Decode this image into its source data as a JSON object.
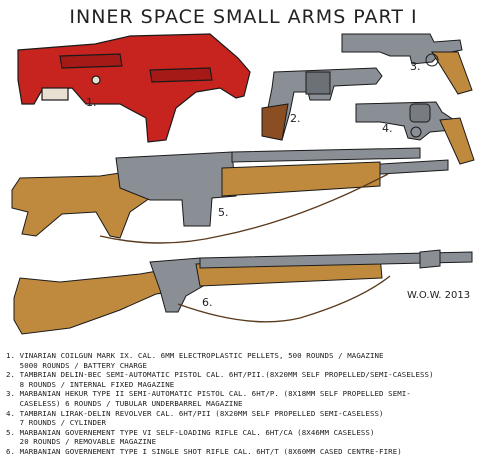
{
  "title": "INNER SPACE SMALL ARMS PART I",
  "labels": [
    "1.",
    "2.",
    "3.",
    "4.",
    "5.",
    "6."
  ],
  "signature": "W.O.W. 2013",
  "notes": [
    "1. VINARIAN COILGUN MARK IX. CAL. 6MM ELECTROPLASTIC PELLETS, 500 ROUNDS / MAGAZINE",
    "   5000 ROUNDS / BATTERY CHARGE",
    "2. TAMBRIAN DELIN-BEC SEMI-AUTOMATIC PISTOL CAL. 6HT/PII.(8X20MM SELF PROPELLED/SEMI-CASELESS)",
    "   8 ROUNDS / INTERNAL FIXED MAGAZINE",
    "3. MARBANIAN HEKUR TYPE II SEMI-AUTOMATIC PISTOL CAL. 6HT/P. (8X18MM SELF PROPELLED SEMI-",
    "   CASELESS) 6 ROUNDS / TUBULAR UNDERBARREL MAGAZINE",
    "4. TAMBRIAN LIRAK-DELIN REVOLVER CAL. 6HT/PII (8X20MM SELF PROPELLED SEMI-CASELESS)",
    "   7 ROUNDS / CYLINDER",
    "5. MARBANIAN GOVERNEMENT TYPE VI SELF-LOADING RIFLE CAL. 6HT/CA (8X46MM CASELESS)",
    "   20 ROUNDS / REMOVABLE MAGAZINE",
    "6. MARBANIAN GOVERNEMENT TYPE I SINGLE SHOT RIFLE CAL. 6HT/T (8X60MM CASED CENTRE-FIRE)"
  ],
  "colors": {
    "red": "#c8241f",
    "wood": "#c08a3e",
    "metal": "#8a8f96",
    "ink": "#1a1a1a"
  }
}
